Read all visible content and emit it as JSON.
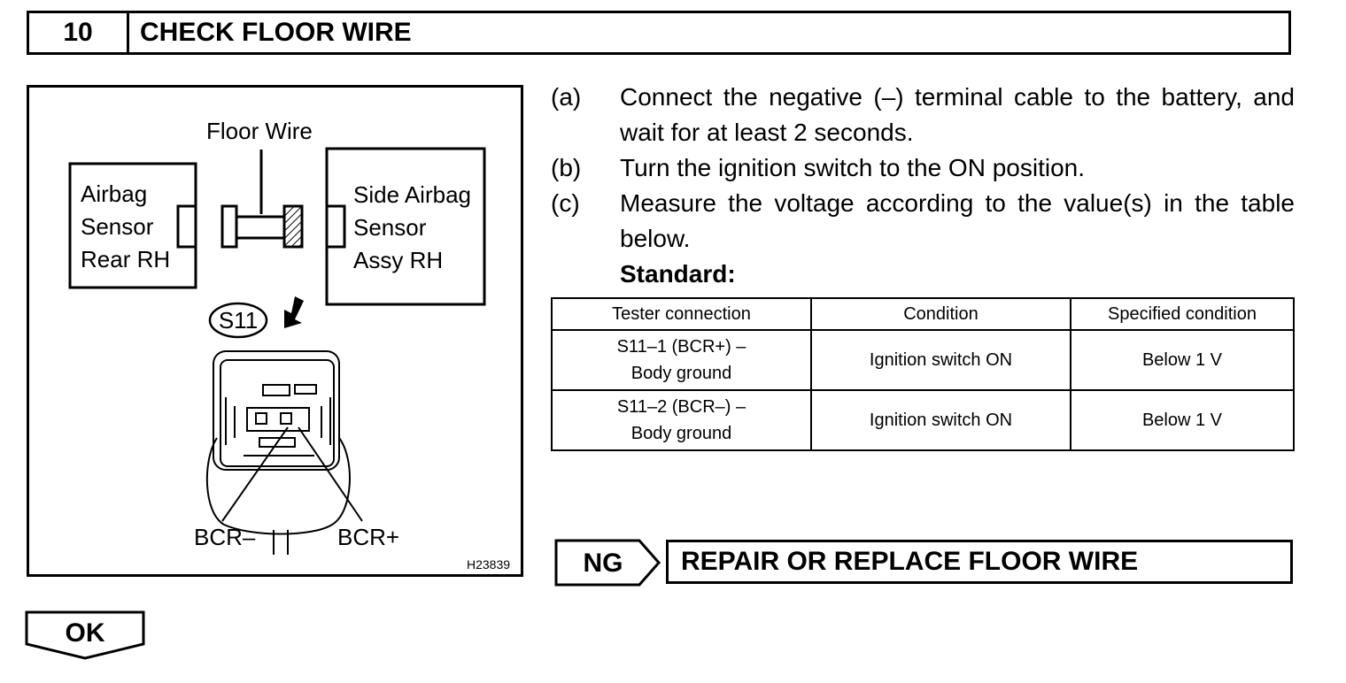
{
  "header": {
    "step_number": "10",
    "title": "CHECK FLOOR WIRE"
  },
  "figure": {
    "floor_wire_label": "Floor Wire",
    "left_box_lines": [
      "Airbag",
      "Sensor",
      "Rear RH"
    ],
    "right_box_lines": [
      "Side Airbag",
      "Sensor",
      "Assy RH"
    ],
    "connector_label": "S11",
    "pin_left_label": "BCR–",
    "pin_right_label": "BCR+",
    "figure_id": "H23839"
  },
  "steps": [
    {
      "letter": "(a)",
      "text": "Connect the negative (–) terminal cable to the battery, and wait for at least 2 seconds."
    },
    {
      "letter": "(b)",
      "text": "Turn the ignition switch to the ON position."
    },
    {
      "letter": "(c)",
      "text": "Measure the voltage according to the value(s) in the table below."
    }
  ],
  "standard_label": "Standard:",
  "table": {
    "headers": [
      "Tester connection",
      "Condition",
      "Specified condition"
    ],
    "rows": [
      {
        "connection_line1": "S11–1 (BCR+) –",
        "connection_line2": "Body ground",
        "condition": "Ignition switch ON",
        "specified": "Below 1 V"
      },
      {
        "connection_line1": "S11–2 (BCR–) –",
        "connection_line2": "Body ground",
        "condition": "Ignition switch ON",
        "specified": "Below 1 V"
      }
    ]
  },
  "ng": {
    "label": "NG",
    "action": "REPAIR OR REPLACE FLOOR WIRE"
  },
  "ok": {
    "label": "OK"
  }
}
